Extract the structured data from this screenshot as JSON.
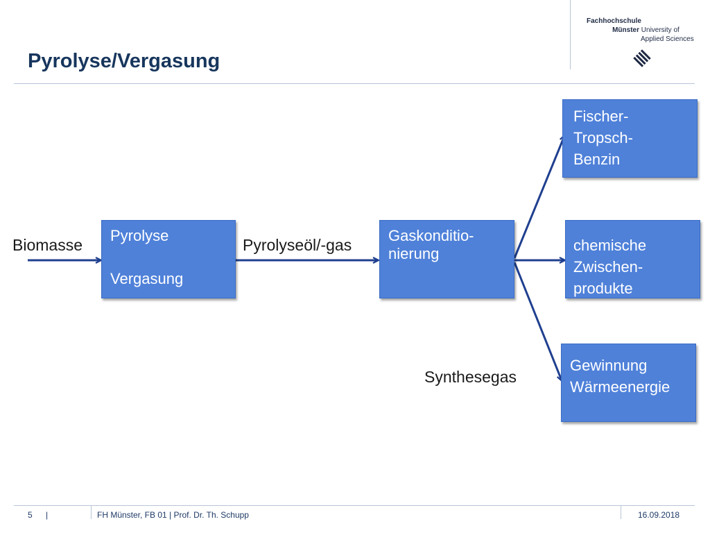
{
  "header": {
    "title": "Pyrolyse/Vergasung",
    "logo": {
      "line1": "Fachhochschule",
      "line2a": "Münster",
      "line2b": "University of",
      "line3": "Applied Sciences"
    }
  },
  "diagram": {
    "input_label": "Biomasse",
    "box_pyrolyse": {
      "line1": "Pyrolyse",
      "line2": "Vergasung"
    },
    "mid_label": "Pyrolyseöl/-gas",
    "box_gaskonditionierung": {
      "line1": "Gaskonditio-",
      "line2": "nierung"
    },
    "box_fischer": {
      "line1": "Fischer-",
      "line2": "Tropsch-",
      "line3": "Benzin"
    },
    "box_chemische": {
      "line1": "chemische",
      "line2": "Zwischen-",
      "line3": "produkte"
    },
    "box_gewinnung": {
      "line1": "Gewinnung",
      "line2": "Wärmeenergie"
    },
    "synthesegas_label": "Synthesegas"
  },
  "footer": {
    "page": "5",
    "sep": "|",
    "org": "FH Münster, FB 01  | Prof. Dr. Th. Schupp",
    "date": "16.09.2018"
  },
  "colors": {
    "box": "#4f81d9",
    "arrow": "#1f3f8f",
    "title": "#17365d"
  }
}
